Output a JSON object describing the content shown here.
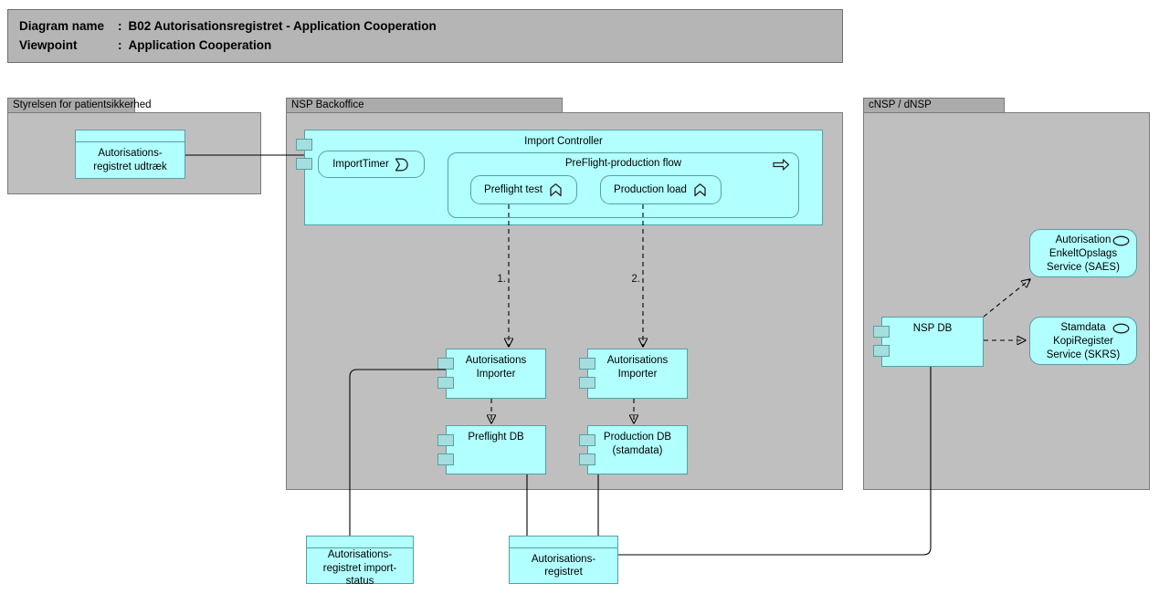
{
  "title": {
    "rows": [
      {
        "label": "Diagram name",
        "separator": ":",
        "value": "B02 Autorisationsregistret - Application Cooperation"
      },
      {
        "label": "Viewpoint",
        "separator": ":",
        "value": "Application Cooperation"
      }
    ]
  },
  "groups": {
    "styrelsen": {
      "label": "Styrelsen for patientsikkerhed"
    },
    "nsp_backoffice": {
      "label": "NSP Backoffice"
    },
    "cnsp": {
      "label": "cNSP / dNSP"
    }
  },
  "nodes": {
    "udtraek": {
      "label": "Autorisations-\nregistret udtræk",
      "type": "data-object"
    },
    "import_controller": {
      "label": "Import Controller",
      "type": "component"
    },
    "import_timer": {
      "label": "ImportTimer",
      "icon": "event-icon"
    },
    "preflight_flow": {
      "label": "PreFlight-production flow",
      "icon": "process-arrow-icon"
    },
    "preflight_test": {
      "label": "Preflight test",
      "icon": "function-icon"
    },
    "production_load": {
      "label": "Production load",
      "icon": "function-icon"
    },
    "importer_left": {
      "label": "Autorisations\nImporter",
      "type": "component"
    },
    "importer_right": {
      "label": "Autorisations\nImporter",
      "type": "component"
    },
    "preflight_db": {
      "label": "Preflight DB",
      "type": "component"
    },
    "production_db": {
      "label": "Production DB\n(stamdata)",
      "type": "component"
    },
    "nsp_db": {
      "label": "NSP DB",
      "type": "component"
    },
    "saes": {
      "label": "Autorisation\nEnkeltOpslags\nService (SAES)",
      "icon": "service-icon"
    },
    "skrs": {
      "label": "Stamdata\nKopiRegister\nService (SKRS)",
      "icon": "service-icon"
    },
    "import_status": {
      "label": "Autorisations-\nregistret import-\nstatus",
      "type": "data-object"
    },
    "registret": {
      "label": "Autorisations-\nregistret",
      "type": "data-object"
    }
  },
  "edges": {
    "step1_label": "1.",
    "step2_label": "2."
  },
  "colors": {
    "node_fill": "#b2ffff",
    "node_border": "#56a0a4",
    "port_fill": "#a5dede",
    "group_body": "#bfbfbf",
    "group_tab": "#ababab",
    "group_border": "#7a7a7a",
    "title_fill": "#b5b5b5",
    "title_border": "#6e6e6e",
    "line": "#000000"
  }
}
